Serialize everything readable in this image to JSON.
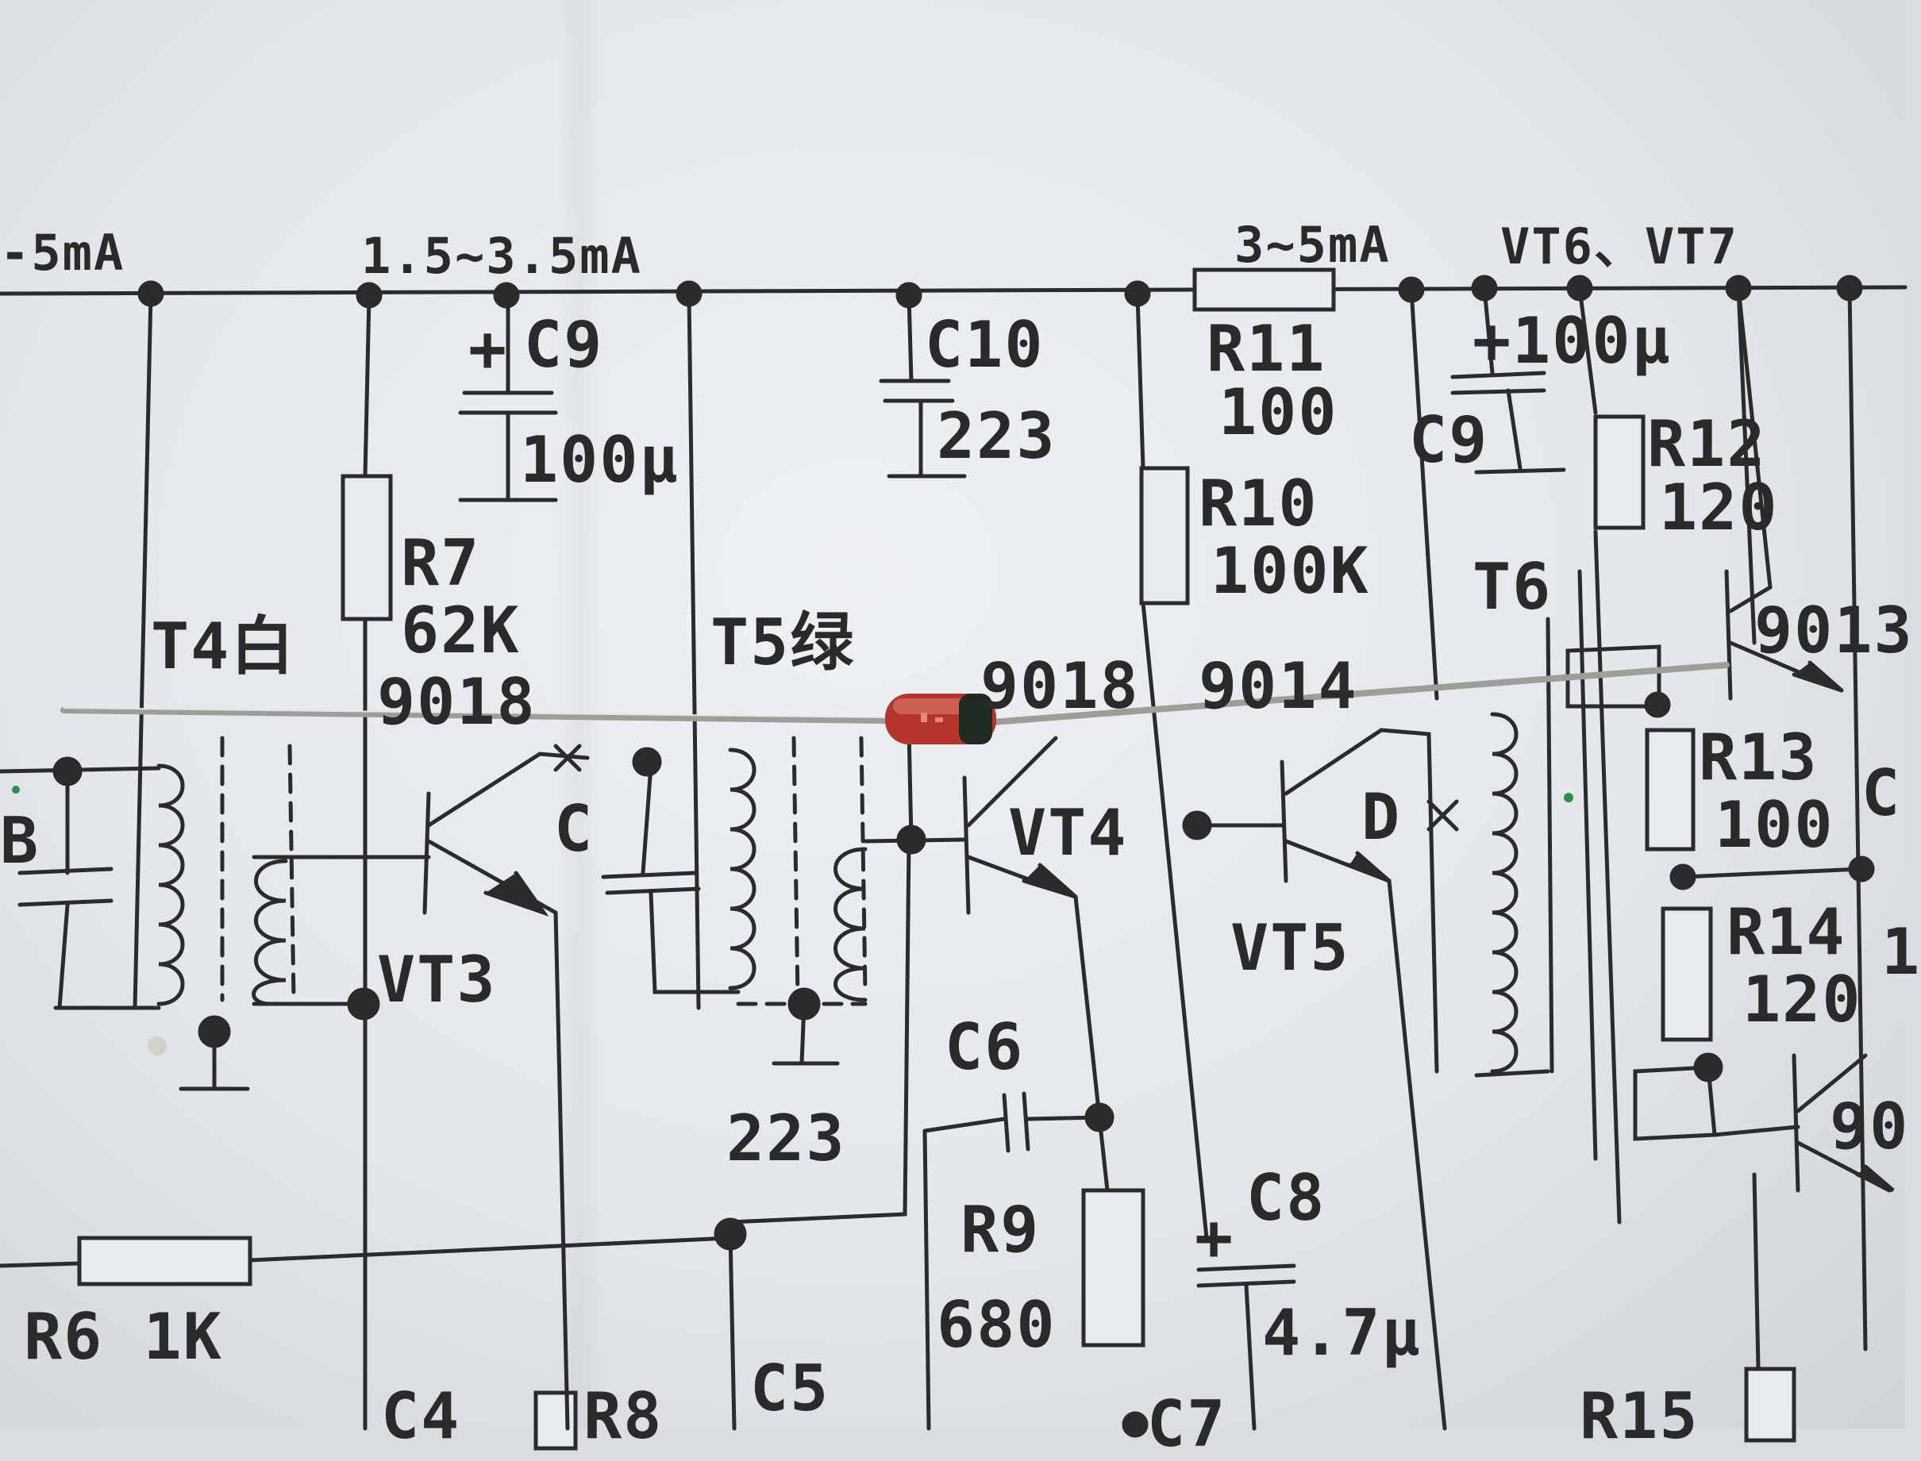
{
  "scene": {
    "subject": "printed-circuit-schematic-with-diode",
    "paper_color": "#e8ebee",
    "ink_color": "#2a2a2a",
    "diode_body_color": "#c0392b",
    "diode_band_color": "#1f2a22",
    "lead_color": "#b7b7b2"
  },
  "labels": {
    "cur1": "-5mA",
    "cur2": "1.5~3.5mA",
    "cur3": "3~5mA",
    "vt67": "VT6、VT7",
    "c9a": "C9",
    "c9a_val": "100μ",
    "c10": "C10",
    "c10_val": "223",
    "r11": "R11",
    "r11_val": "100",
    "c9b": "C9",
    "c9b_val": "100μ",
    "r12": "R12",
    "r12_val": "120",
    "r7": "R7",
    "r7_val": "62K",
    "r10": "R10",
    "r10_val": "100K",
    "t4": "T4白",
    "t5": "T5绿",
    "t6": "T6",
    "n9018a": "9018",
    "n9018b": "9018",
    "n9014": "9014",
    "n9013": "9013",
    "b": "B",
    "c": "C",
    "vt3": "VT3",
    "vt4": "VT4",
    "vt5": "VT5",
    "d": "D",
    "r13": "R13",
    "r13_val": "100",
    "r14": "R14",
    "r14_val": "120",
    "c6": "C6",
    "c_223": "223",
    "r9": "R9",
    "r9_val": "680",
    "c8": "C8",
    "c8_val": "4.7μ",
    "r6": "R6 1K",
    "c4": "C4",
    "r8": "R8",
    "c5": "C5",
    "c7": "C7",
    "r15": "R15",
    "n90": "90",
    "c_right": "C",
    "n1_right": "1"
  }
}
